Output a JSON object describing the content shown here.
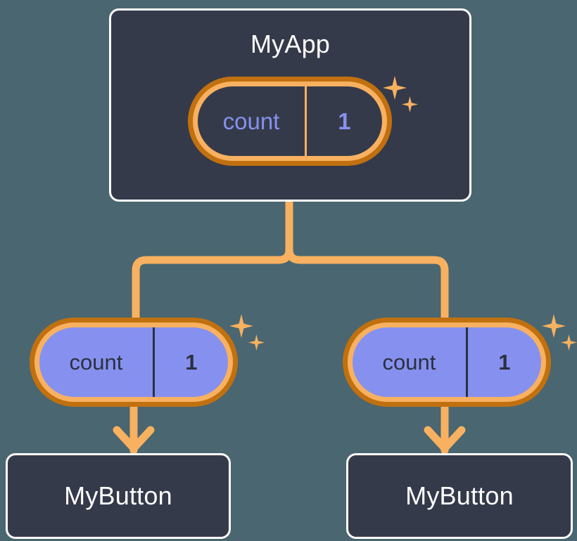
{
  "diagram": {
    "type": "component-state-tree",
    "background_color": "#4a6670",
    "accent_color": "#f8b160",
    "accent_dark_color": "#c1700f",
    "panel_color": "#353a4a",
    "state_fill_color": "#8691ef",
    "nodes": {
      "root": {
        "title": "MyApp",
        "state": {
          "key": "count",
          "value": "1",
          "style": "dark",
          "sparkle_icon": "sparkles-icon"
        }
      },
      "children": [
        {
          "state": {
            "key": "count",
            "value": "1",
            "style": "purple",
            "sparkle_icon": "sparkles-icon"
          },
          "leaf": {
            "title": "MyButton"
          },
          "arrow_icon": "arrow-down-icon"
        },
        {
          "state": {
            "key": "count",
            "value": "1",
            "style": "purple",
            "sparkle_icon": "sparkles-icon"
          },
          "leaf": {
            "title": "MyButton"
          },
          "arrow_icon": "arrow-down-icon"
        }
      ]
    }
  }
}
